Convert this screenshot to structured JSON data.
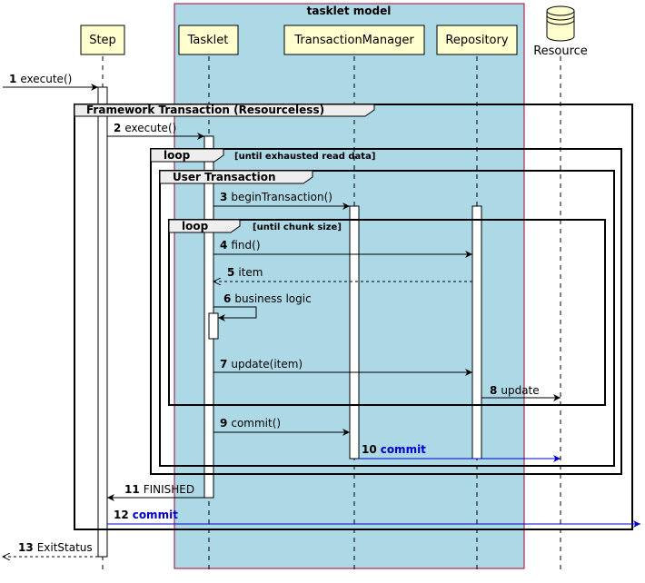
{
  "box": {
    "title": "tasklet model",
    "color": "#ADD8E6"
  },
  "participants": [
    {
      "id": "step",
      "label": "Step"
    },
    {
      "id": "tasklet",
      "label": "Tasklet"
    },
    {
      "id": "tm",
      "label": "TransactionManager"
    },
    {
      "id": "repo",
      "label": "Repository"
    },
    {
      "id": "resource",
      "label": "Resource"
    }
  ],
  "frames": {
    "framework": {
      "label": "Framework Transaction (Resourceless)"
    },
    "outer_loop": {
      "label": "loop",
      "condition": "[until exhausted read data]"
    },
    "user": {
      "label": "User Transaction"
    },
    "inner_loop": {
      "label": "loop",
      "condition": "[until chunk size]"
    }
  },
  "messages": [
    {
      "num": "1",
      "label": "execute()"
    },
    {
      "num": "2",
      "label": "execute()"
    },
    {
      "num": "3",
      "label": "beginTransaction()"
    },
    {
      "num": "4",
      "label": "find()"
    },
    {
      "num": "5",
      "label": "item"
    },
    {
      "num": "6",
      "label": "business logic"
    },
    {
      "num": "7",
      "label": "update(item)"
    },
    {
      "num": "8",
      "label": "update"
    },
    {
      "num": "9",
      "label": "commit()"
    },
    {
      "num": "10",
      "label": "commit"
    },
    {
      "num": "11",
      "label": "FINISHED"
    },
    {
      "num": "12",
      "label": "commit"
    },
    {
      "num": "13",
      "label": "ExitStatus"
    }
  ],
  "colors": {
    "participant_fill": "#FEFECE",
    "commit_arrow": "#0000cc",
    "box_fill": "#ADD8E6"
  }
}
